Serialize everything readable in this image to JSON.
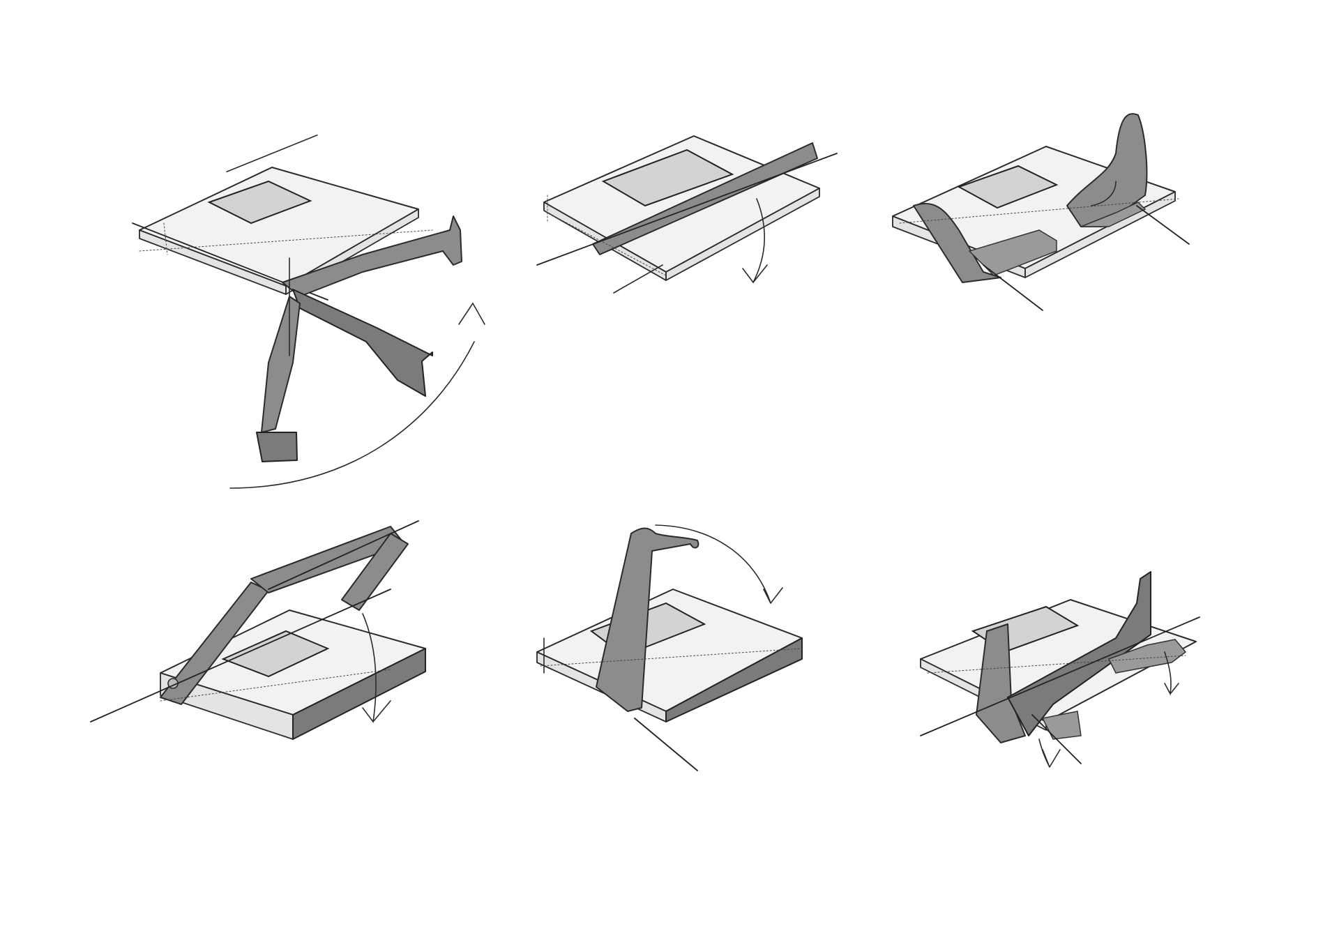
{
  "sheet": {
    "background": "#ffffff",
    "ink": "#2a2a2a",
    "fill_light": "#f2f2f2",
    "fill_mid": "#d3d3d3",
    "fill_dark": "#8c8c8c"
  },
  "sketches": [
    {
      "id": "stand-legs-splayed"
    },
    {
      "id": "stand-flap-folding"
    },
    {
      "id": "stand-wings-raised"
    },
    {
      "id": "stand-frame-raised"
    },
    {
      "id": "stand-arm-upright"
    },
    {
      "id": "stand-wing-folding"
    }
  ]
}
